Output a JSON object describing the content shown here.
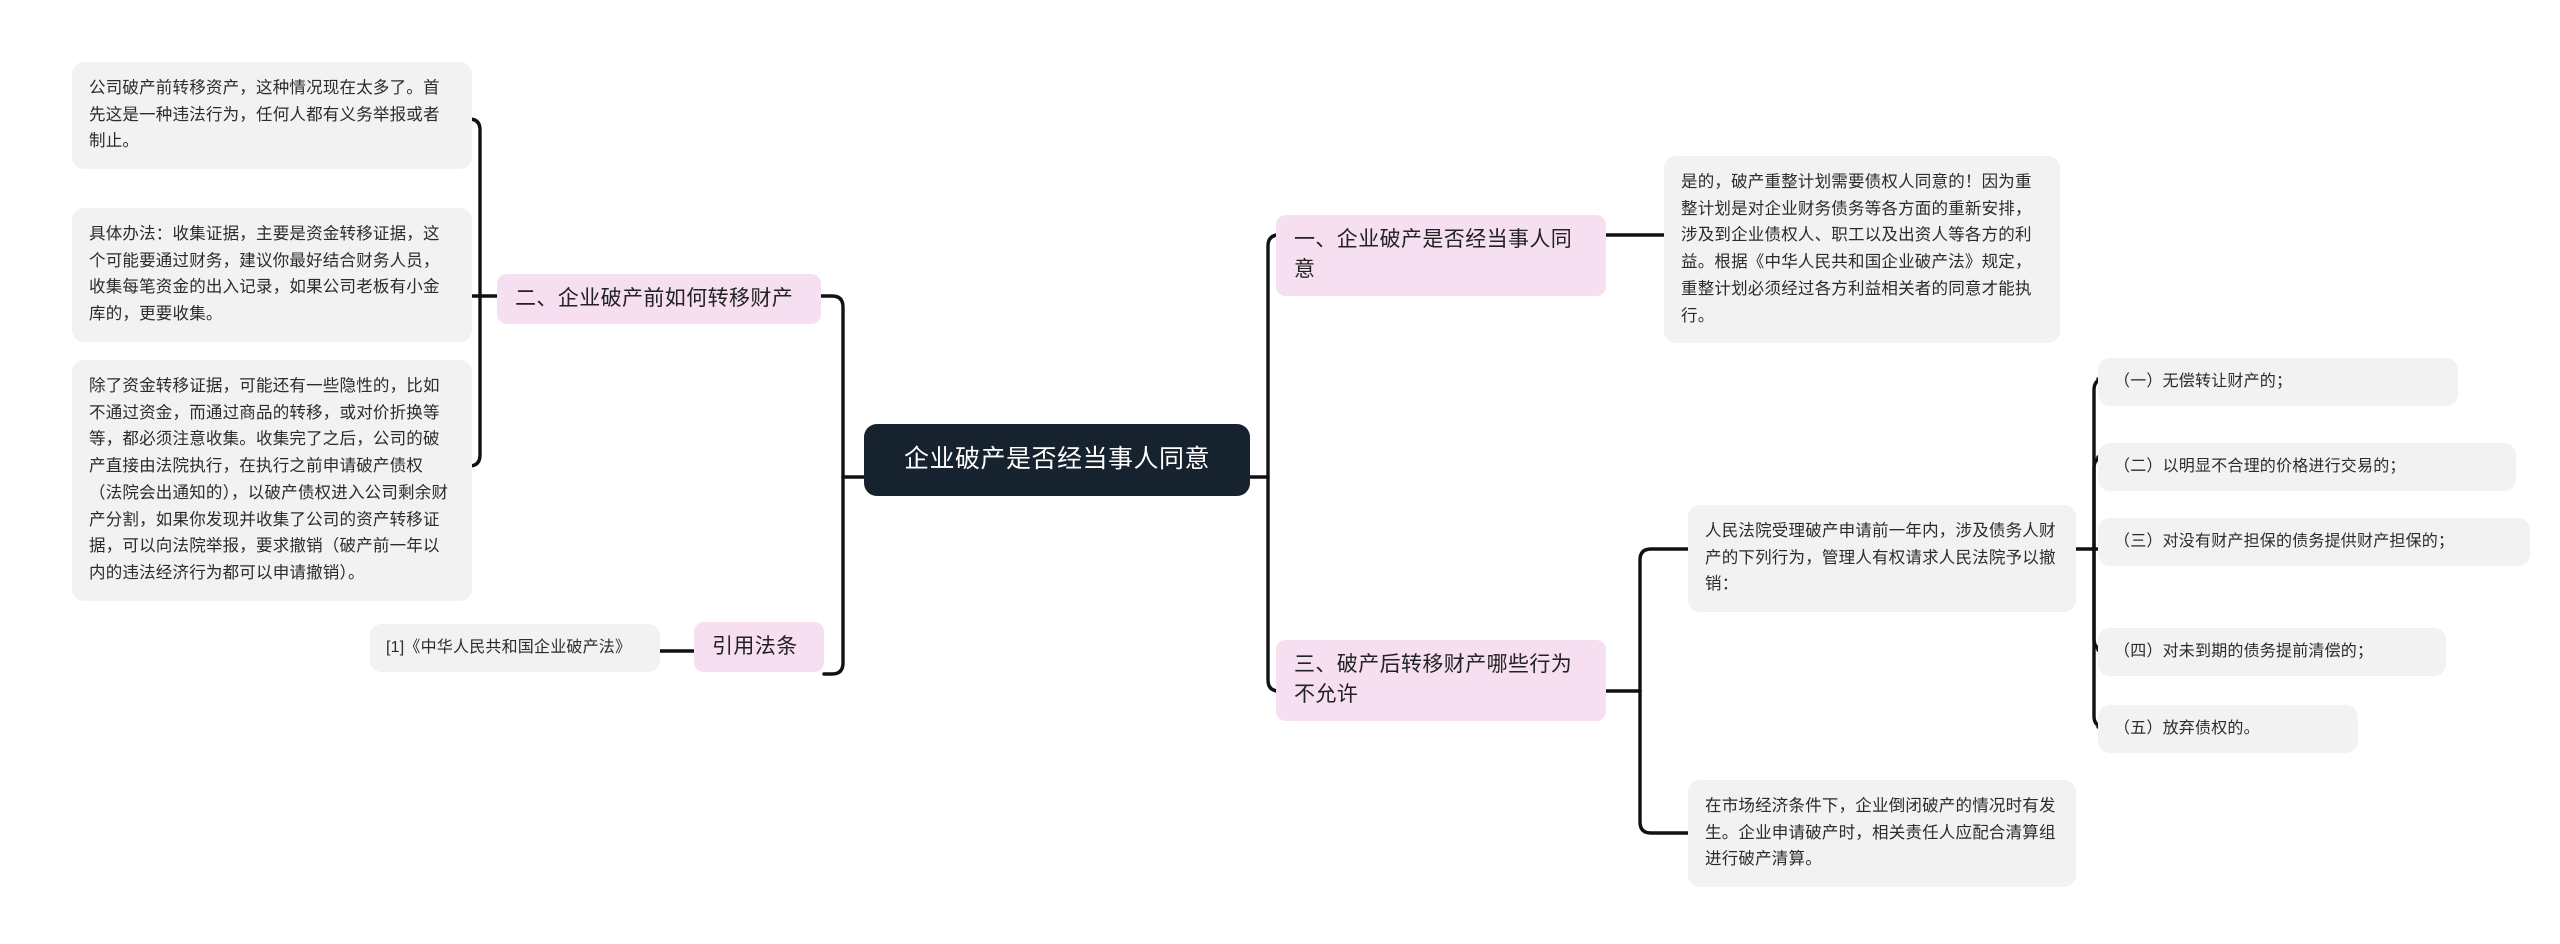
{
  "theme": {
    "background": "#ffffff",
    "root_bg": "#17222f",
    "root_text": "#ffffff",
    "branch_bg": "#f6dff0",
    "leaf_bg": "#f2f2f3",
    "link_color": "#111111",
    "text_color": "#2b2b2b"
  },
  "mindmap": {
    "root": {
      "label": "企业破产是否经当事人同意"
    },
    "left_branches": [
      {
        "label": "二、企业破产前如何转移财产",
        "children": [
          {
            "text": "公司破产前转移资产，这种情况现在太多了。首先这是一种违法行为，任何人都有义务举报或者制止。"
          },
          {
            "text": "具体办法：收集证据，主要是资金转移证据，这个可能要通过财务，建议你最好结合财务人员，收集每笔资金的出入记录，如果公司老板有小金库的，更要收集。"
          },
          {
            "text": "除了资金转移证据，可能还有一些隐性的，比如不通过资金，而通过商品的转移，或对价折换等等，都必须注意收集。收集完了之后，公司的破产直接由法院执行，在执行之前申请破产债权（法院会出通知的），以破产债权进入公司剩余财产分割，如果你发现并收集了公司的资产转移证据，可以向法院举报，要求撤销（破产前一年以内的违法经济行为都可以申请撤销）。"
          }
        ]
      },
      {
        "label": "引用法条",
        "children": [
          {
            "text": "[1]《中华人民共和国企业破产法》"
          }
        ]
      }
    ],
    "right_branches": [
      {
        "label": "一、企业破产是否经当事人同意",
        "children": [
          {
            "text": "是的，破产重整计划需要债权人同意的！因为重整计划是对企业财务债务等各方面的重新安排，涉及到企业债权人、职工以及出资人等各方的利益。根据《中华人民共和国企业破产法》规定，重整计划必须经过各方利益相关者的同意才能执行。"
          }
        ]
      },
      {
        "label": "三、破产后转移财产哪些行为不允许",
        "children": [
          {
            "text": "人民法院受理破产申请前一年内，涉及债务人财产的下列行为，管理人有权请求人民法院予以撤销：",
            "items": [
              "（一）无偿转让财产的；",
              "（二）以明显不合理的价格进行交易的；",
              "（三）对没有财产担保的债务提供财产担保的；",
              "（四）对未到期的债务提前清偿的；",
              "（五）放弃债权的。"
            ]
          },
          {
            "text": "在市场经济条件下，企业倒闭破产的情况时有发生。企业申请破产时，相关责任人应配合清算组进行破产清算。"
          }
        ]
      }
    ]
  }
}
